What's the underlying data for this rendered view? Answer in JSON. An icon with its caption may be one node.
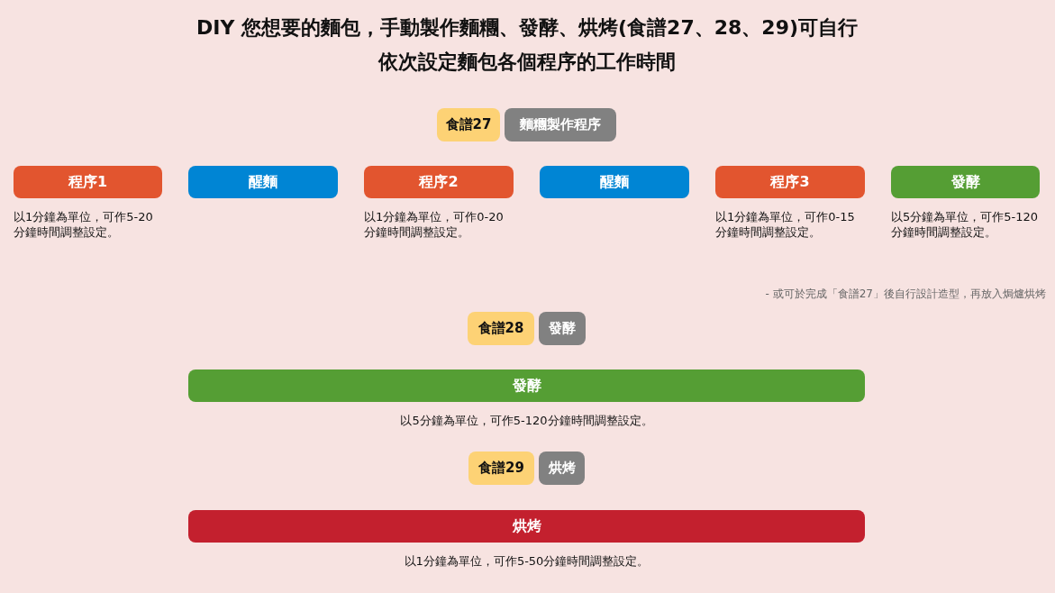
{
  "diagram": {
    "title": "DIY 您想要的麵包，手動製作麵糰、發酵、烘烤(食譜27、28、29)可自行依次設定麵包各個程序的工作時間",
    "nodes": [
      {
        "text": [
          "食譜27"
        ]
      },
      {
        "text": [
          "麵糰製作程序"
        ]
      },
      {
        "text": [
          "程序1"
        ],
        "beside": [
          "以1分鐘為單位，可作5-20分鐘時間調整設定。"
        ]
      },
      {
        "text": [
          "醒麵"
        ]
      },
      {
        "text": [
          "程序2"
        ],
        "beside": [
          "以1分鐘為單位，可作0-20分鐘時間調整設定。"
        ]
      },
      {
        "text": [
          "醒麵"
        ]
      },
      {
        "text": [
          "程序3"
        ],
        "beside": [
          "以1分鐘為單位，可作0-15分鐘時間調整設定。"
        ]
      },
      {
        "text": [
          "發酵"
        ],
        "beside": [
          "以5分鐘為單位，可作5-120分鐘時間調整設定。"
        ]
      },
      {
        "text": [
          "食譜28"
        ]
      },
      {
        "text": [
          "發酵"
        ]
      },
      {
        "text": [
          "發酵"
        ],
        "beside": [
          "以5分鐘為單位，可作5-120分鐘時間調整設定。"
        ]
      },
      {
        "text": [
          "食譜29"
        ]
      },
      {
        "text": [
          "烘烤"
        ]
      },
      {
        "text": [
          "烘烤"
        ],
        "beside": [
          "以1分鐘為單位，可作5-50分鐘時間調整設定。"
        ]
      }
    ],
    "labels": [
      "- 或可於完成「食譜27」後自行設計造型，再放入焗爐烘烤"
    ]
  }
}
